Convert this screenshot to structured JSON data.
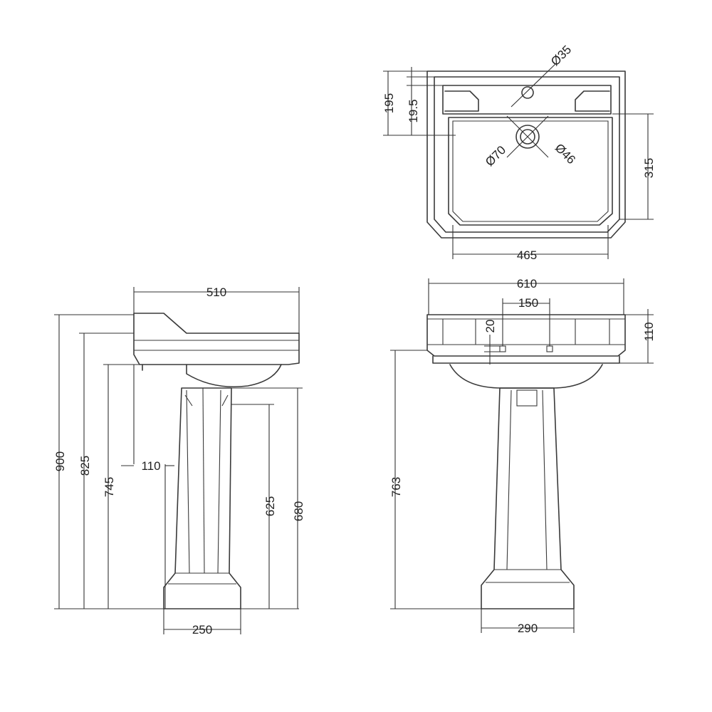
{
  "dimensions": {
    "top_view": {
      "overall_depth": "195",
      "tap_hole_offset": "19.5",
      "tap_hole_diameter": "Ø35",
      "waste_outer_diameter": "Ø70",
      "waste_inner_diameter": "Ø46",
      "bowl_depth": "315",
      "bowl_width": "465"
    },
    "side_view": {
      "basin_depth": "510",
      "overall_height": "900",
      "rim_height": "825",
      "basin_underside_height": "745",
      "wall_offset": "110",
      "waste_height": "625",
      "pedestal_height": "680",
      "pedestal_base_width": "250"
    },
    "front_view": {
      "overall_width": "610",
      "tap_hole_spacing": "150",
      "tap_hole_depth": "20",
      "basin_thickness": "110",
      "pedestal_height": "763",
      "pedestal_base_width": "290"
    }
  }
}
